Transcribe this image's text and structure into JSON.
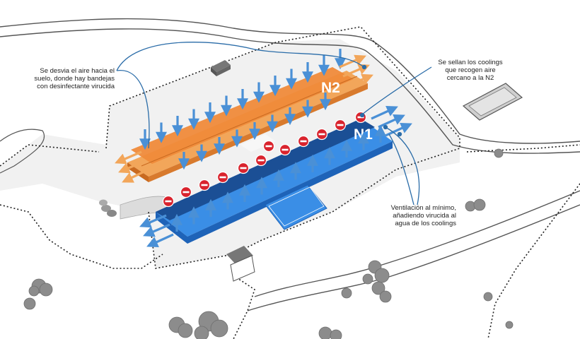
{
  "colors": {
    "background": "#ffffff",
    "ground": "#f1f1f1",
    "road": "#ffffff",
    "road_edge": "#555555",
    "boundary": "#222222",
    "barn_n2": "#ef8a3a",
    "barn_n2_dark": "#c96a20",
    "barn_n1": "#2e7fd8",
    "barn_n1_dark": "#1b4f95",
    "arrow_blue": "#4a90d6",
    "arrow_orange": "#f2a65a",
    "stop_red": "#d9232d",
    "callout_line": "#2a6ca8",
    "tree": "#8c8c8c"
  },
  "icons": [
    "stop-sign-icon",
    "airflow-arrow-icon",
    "tree-icon",
    "building-icon"
  ],
  "buildings": {
    "n2_label": "N2",
    "n1_label": "N1"
  },
  "annotations": {
    "left_note": "Se desvia el aire hacia el\nsuelo, donde hay bandejas\ncon desinfectante virucida",
    "top_right_note": "Se sellan los coolings\nque recogen aire\ncercano a la N2",
    "bottom_right_note": "Ventilación al mínimo,\nañadiendo virucida al\nagua de los coolings"
  }
}
